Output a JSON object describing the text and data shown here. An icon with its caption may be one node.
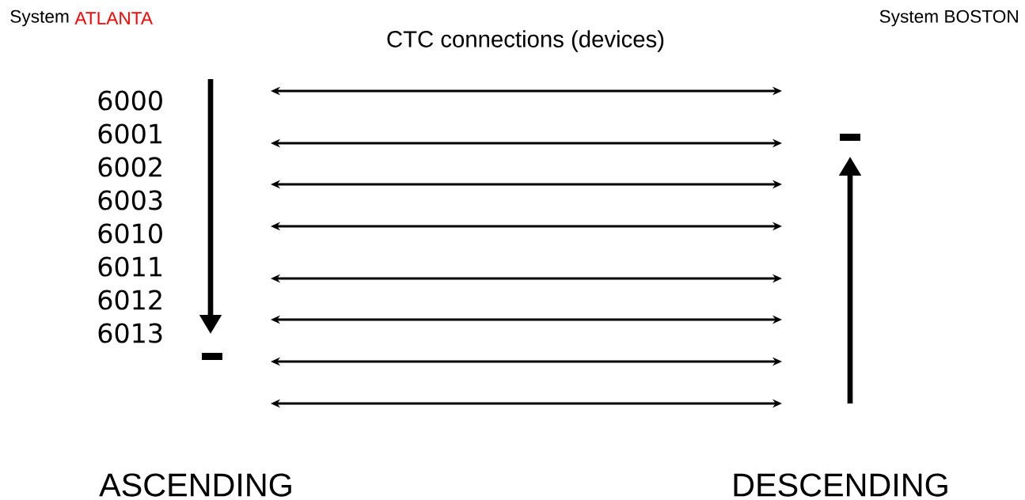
{
  "diagram": {
    "labels": [
      "System",
      "ATLANTA",
      "System BOSTON",
      "CTC connections (devices)",
      "6000",
      "6001",
      "6002",
      "6003",
      "6010",
      "6011",
      "6012",
      "6013",
      "ASCENDING",
      "DESCENDING"
    ]
  }
}
